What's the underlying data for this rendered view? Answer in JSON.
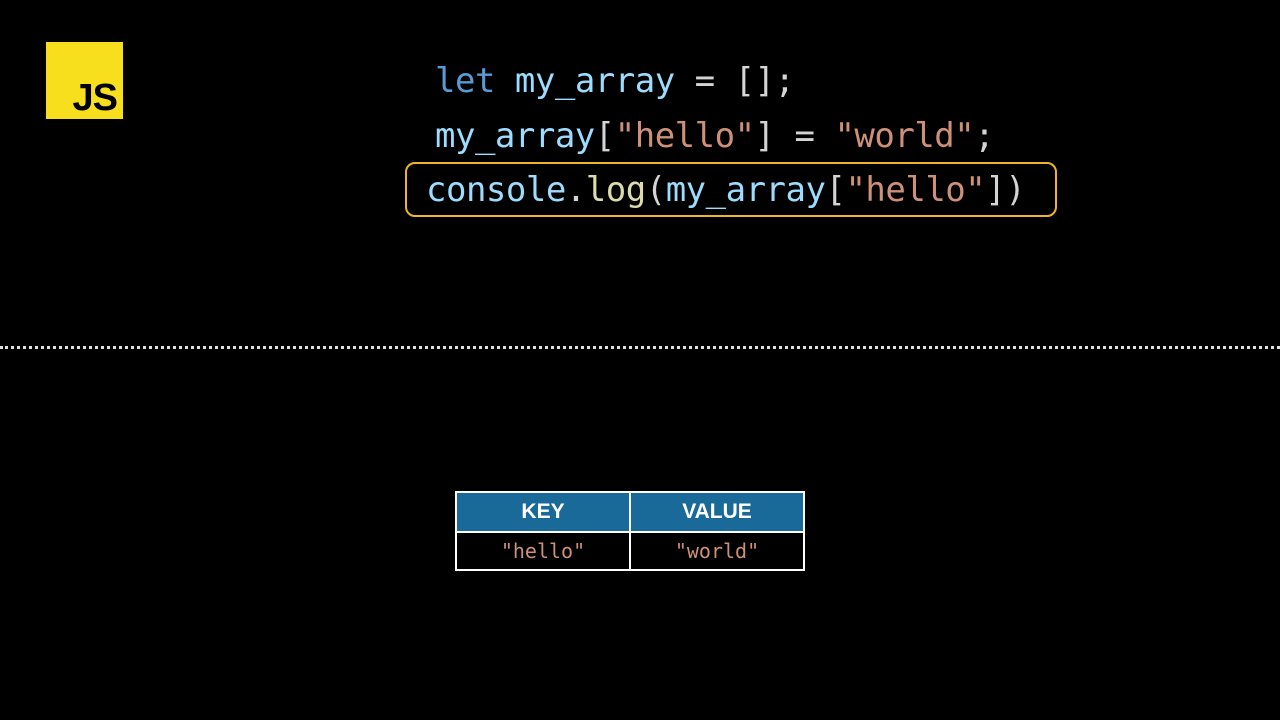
{
  "logo": {
    "text": "JS"
  },
  "code": {
    "line1": {
      "kw": "let",
      "sp1": " ",
      "var": "my_array",
      "rest": " = [];"
    },
    "line2": {
      "var": "my_array",
      "open": "[",
      "key": "\"hello\"",
      "close": "] = ",
      "value": "\"world\"",
      "semi": ";"
    },
    "line3": {
      "obj": "console",
      "dot": ".",
      "func": "log",
      "paren_open": "(",
      "var": "my_array",
      "bracket_open": "[",
      "key": "\"hello\"",
      "bracket_close": "]",
      "paren_close": ")"
    }
  },
  "table": {
    "headers": [
      "KEY",
      "VALUE"
    ],
    "rows": [
      [
        "\"hello\"",
        "\"world\""
      ]
    ]
  },
  "colors": {
    "keyword": "#569cd6",
    "variable": "#9cdcfe",
    "string": "#ce9178",
    "function": "#dcdcaa",
    "highlight_border": "#f0b429",
    "table_header": "#1a6a99",
    "logo_bg": "#f7df1e"
  }
}
